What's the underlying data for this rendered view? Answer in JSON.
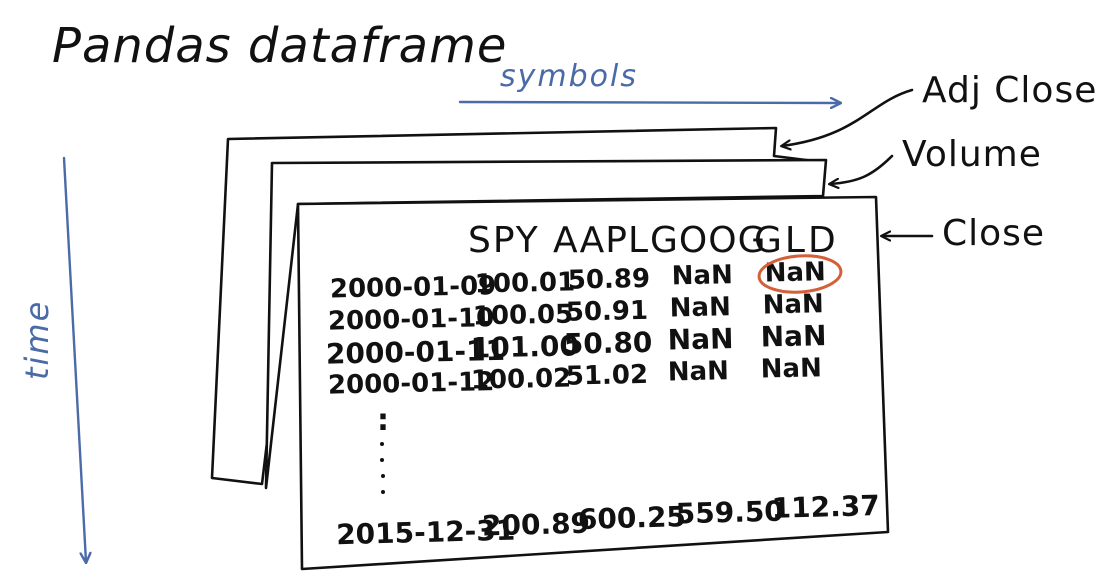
{
  "title": "Pandas dataframe",
  "axes": {
    "symbols_label": "symbols",
    "time_label": "time",
    "axis_color": "#4a6aa8"
  },
  "layers": {
    "back": "Adj Close",
    "middle": "Volume",
    "front": "Close"
  },
  "table": {
    "columns": [
      "SPY",
      "AAPL",
      "GOOG",
      "GLD"
    ],
    "rows": [
      {
        "date": "2000-01-09",
        "values": [
          "100.01",
          "50.89",
          "NaN",
          "NaN"
        ]
      },
      {
        "date": "2000-01-10",
        "values": [
          "100.05",
          "50.91",
          "NaN",
          "NaN"
        ]
      },
      {
        "date": "2000-01-11",
        "values": [
          "101.00",
          "50.80",
          "NaN",
          "NaN"
        ]
      },
      {
        "date": "2000-01-12",
        "values": [
          "100.02",
          "51.02",
          "NaN",
          "NaN"
        ]
      }
    ],
    "ellipsis": ":",
    "last_row": {
      "date": "2015-12-31",
      "values": [
        "200.89",
        "600.25",
        "559.50",
        "112.37"
      ]
    }
  },
  "highlight": {
    "row": 0,
    "col": 3,
    "color": "#d4603a"
  }
}
